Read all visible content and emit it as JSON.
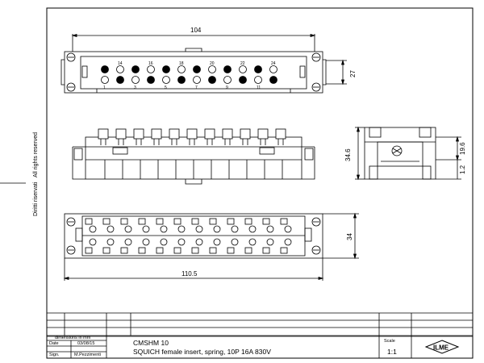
{
  "margin_notes": {
    "rights": "All rights reserved",
    "rights_it": "Diritti riservati"
  },
  "dimensions": {
    "top_width": "104",
    "top_height": "27",
    "bottom_width": "110.5",
    "bottom_height": "34",
    "side_height": "34.6",
    "side_h1": "19.6",
    "side_h2": "1.2"
  },
  "pin_numbers": {
    "top_row": [
      "14",
      "16",
      "18",
      "20",
      "22",
      "24"
    ],
    "bottom_row": [
      "1",
      "3",
      "5",
      "7",
      "9",
      "11"
    ]
  },
  "title_block": {
    "units_note": "dimensions in mm",
    "date_label": "Date",
    "date_value": "03/08/15",
    "sign_label": "Sign.",
    "sign_value": "M.Pezzimenti",
    "part_code": "CMSHM 10",
    "description": "SQUICH female insert, spring, 10P 16A 830V",
    "scale_label": "Scale",
    "scale_value": "1:1",
    "logo_text": "ILME"
  }
}
